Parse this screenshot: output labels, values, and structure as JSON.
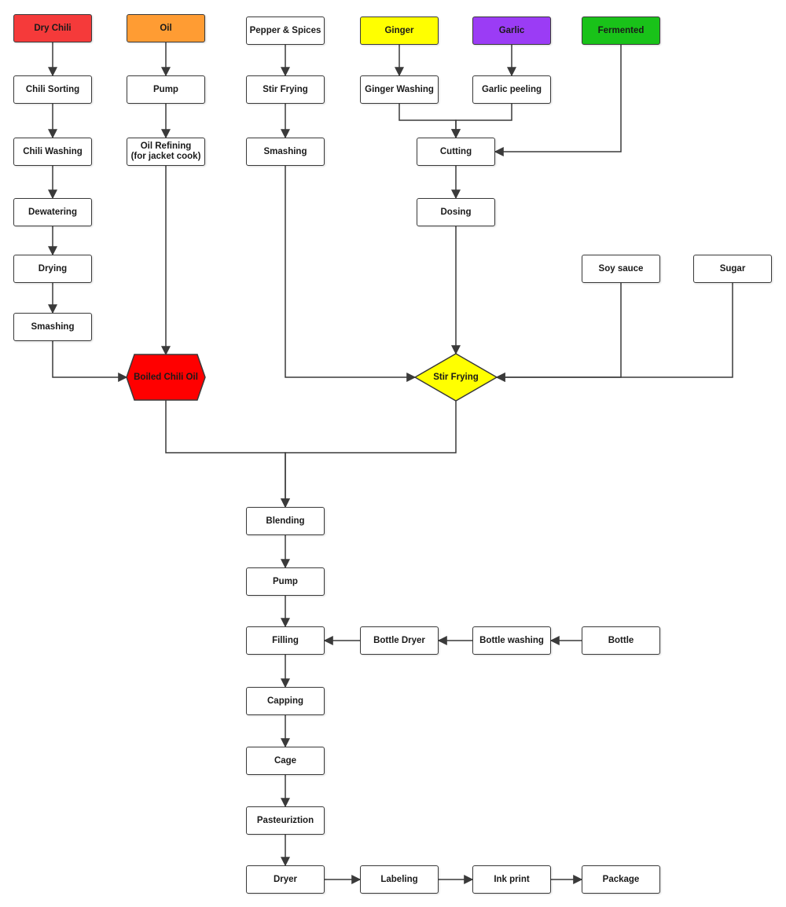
{
  "diagram": {
    "nodes": [
      {
        "id": "dry_chili",
        "label": "Dry Chili",
        "color": "#f53a3a"
      },
      {
        "id": "oil",
        "label": "Oil",
        "color": "#ff9c33"
      },
      {
        "id": "pepper_spices",
        "label": "Pepper & Spices",
        "color": "#ffffff"
      },
      {
        "id": "ginger",
        "label": "Ginger",
        "color": "#ffff00"
      },
      {
        "id": "garlic",
        "label": "Garlic",
        "color": "#9b3cf5"
      },
      {
        "id": "fermented",
        "label": "Fermented",
        "color": "#19c219"
      },
      {
        "id": "chili_sorting",
        "label": "Chili Sorting",
        "color": "#ffffff"
      },
      {
        "id": "pump1",
        "label": "Pump",
        "color": "#ffffff"
      },
      {
        "id": "stir_frying1",
        "label": "Stir Frying",
        "color": "#ffffff"
      },
      {
        "id": "ginger_washing",
        "label": "Ginger Washing",
        "color": "#ffffff"
      },
      {
        "id": "garlic_peeling",
        "label": "Garlic peeling",
        "color": "#ffffff"
      },
      {
        "id": "chili_washing",
        "label": "Chili Washing",
        "color": "#ffffff"
      },
      {
        "id": "oil_refining",
        "label": "Oil Refining\n(for jacket cook)",
        "color": "#ffffff"
      },
      {
        "id": "smashing1",
        "label": "Smashing",
        "color": "#ffffff"
      },
      {
        "id": "cutting",
        "label": "Cutting",
        "color": "#ffffff"
      },
      {
        "id": "dewatering",
        "label": "Dewatering",
        "color": "#ffffff"
      },
      {
        "id": "dosing",
        "label": "Dosing",
        "color": "#ffffff"
      },
      {
        "id": "drying",
        "label": "Drying",
        "color": "#ffffff"
      },
      {
        "id": "soy_sauce",
        "label": "Soy sauce",
        "color": "#ffffff"
      },
      {
        "id": "sugar",
        "label": "Sugar",
        "color": "#ffffff"
      },
      {
        "id": "smashing2",
        "label": "Smashing",
        "color": "#ffffff"
      },
      {
        "id": "boiled_chili_oil",
        "label": "Boiled Chili Oil",
        "color": "#ff0000",
        "shape": "hexagon"
      },
      {
        "id": "stir_frying2",
        "label": "Stir Frying",
        "color": "#ffff00",
        "shape": "diamond"
      },
      {
        "id": "blending",
        "label": "Blending",
        "color": "#ffffff"
      },
      {
        "id": "pump2",
        "label": "Pump",
        "color": "#ffffff"
      },
      {
        "id": "filling",
        "label": "Filling",
        "color": "#ffffff"
      },
      {
        "id": "bottle_dryer",
        "label": "Bottle Dryer",
        "color": "#ffffff"
      },
      {
        "id": "bottle_washing",
        "label": "Bottle washing",
        "color": "#ffffff"
      },
      {
        "id": "bottle",
        "label": "Bottle",
        "color": "#ffffff"
      },
      {
        "id": "capping",
        "label": "Capping",
        "color": "#ffffff"
      },
      {
        "id": "cage",
        "label": "Cage",
        "color": "#ffffff"
      },
      {
        "id": "pasteurization",
        "label": "Pasteuriztion",
        "color": "#ffffff"
      },
      {
        "id": "dryer",
        "label": "Dryer",
        "color": "#ffffff"
      },
      {
        "id": "labeling",
        "label": "Labeling",
        "color": "#ffffff"
      },
      {
        "id": "ink_print",
        "label": "Ink print",
        "color": "#ffffff"
      },
      {
        "id": "package",
        "label": "Package",
        "color": "#ffffff"
      }
    ],
    "edges": [
      [
        "dry_chili",
        "chili_sorting"
      ],
      [
        "chili_sorting",
        "chili_washing"
      ],
      [
        "chili_washing",
        "dewatering"
      ],
      [
        "dewatering",
        "drying"
      ],
      [
        "drying",
        "smashing2"
      ],
      [
        "smashing2",
        "boiled_chili_oil"
      ],
      [
        "oil",
        "pump1"
      ],
      [
        "pump1",
        "oil_refining"
      ],
      [
        "oil_refining",
        "boiled_chili_oil"
      ],
      [
        "pepper_spices",
        "stir_frying1"
      ],
      [
        "stir_frying1",
        "smashing1"
      ],
      [
        "smashing1",
        "stir_frying2"
      ],
      [
        "ginger",
        "ginger_washing"
      ],
      [
        "garlic",
        "garlic_peeling"
      ],
      [
        "ginger_washing",
        "cutting"
      ],
      [
        "garlic_peeling",
        "cutting"
      ],
      [
        "fermented",
        "cutting"
      ],
      [
        "cutting",
        "dosing"
      ],
      [
        "dosing",
        "stir_frying2"
      ],
      [
        "soy_sauce",
        "stir_frying2"
      ],
      [
        "sugar",
        "stir_frying2"
      ],
      [
        "boiled_chili_oil",
        "blending"
      ],
      [
        "stir_frying2",
        "blending"
      ],
      [
        "blending",
        "pump2"
      ],
      [
        "pump2",
        "filling"
      ],
      [
        "bottle",
        "bottle_washing"
      ],
      [
        "bottle_washing",
        "bottle_dryer"
      ],
      [
        "bottle_dryer",
        "filling"
      ],
      [
        "filling",
        "capping"
      ],
      [
        "capping",
        "cage"
      ],
      [
        "cage",
        "pasteurization"
      ],
      [
        "pasteurization",
        "dryer"
      ],
      [
        "dryer",
        "labeling"
      ],
      [
        "labeling",
        "ink_print"
      ],
      [
        "ink_print",
        "package"
      ]
    ]
  }
}
